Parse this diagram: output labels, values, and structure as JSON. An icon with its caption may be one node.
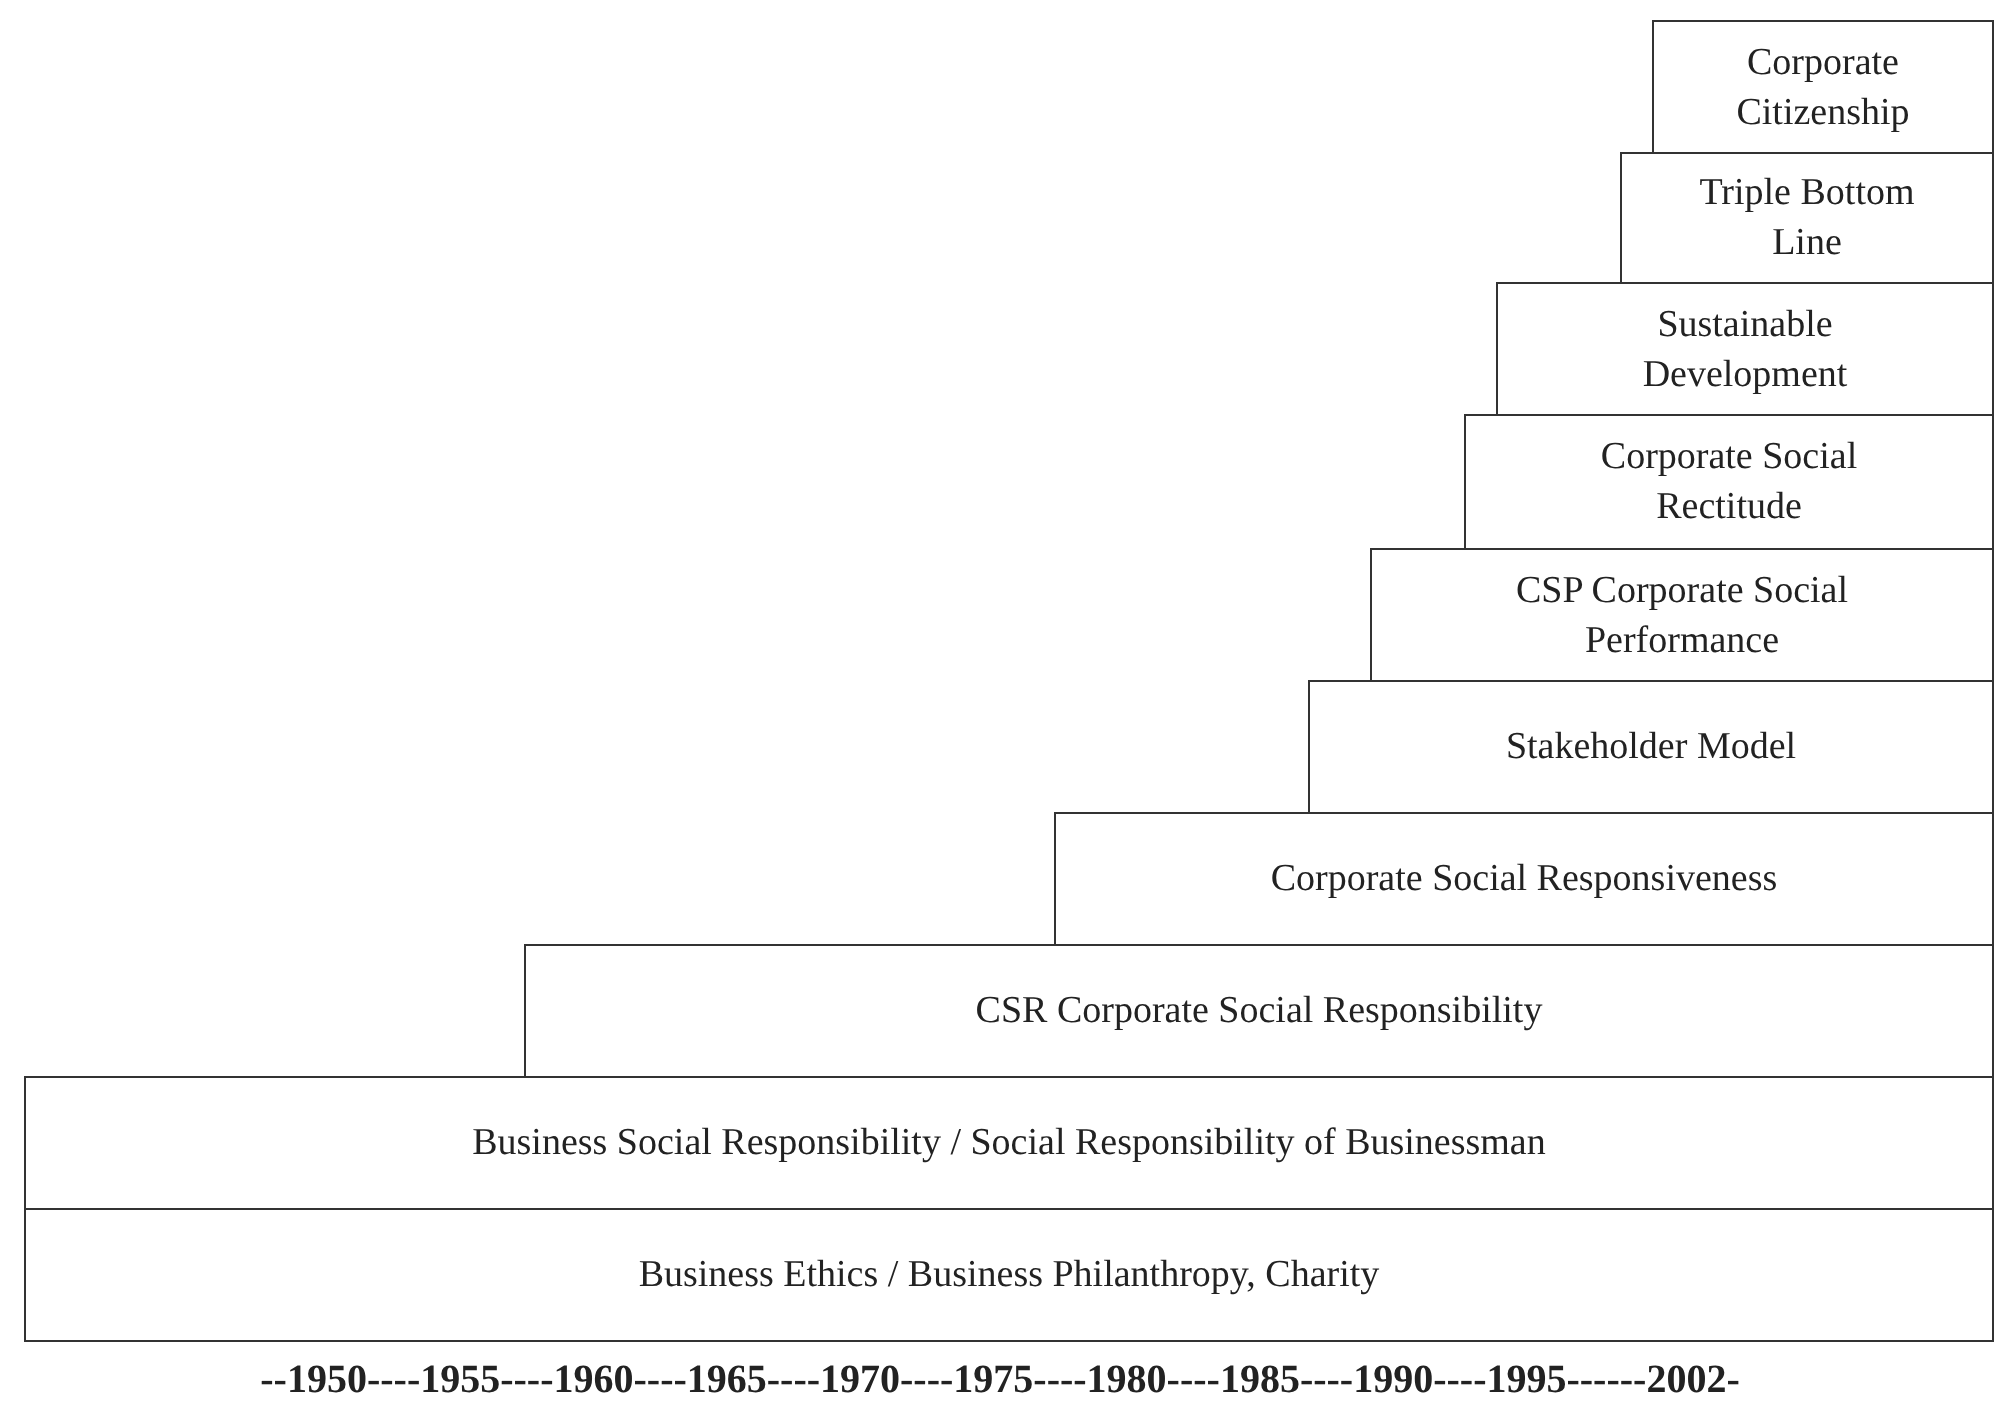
{
  "diagram": {
    "nodes": [
      {
        "text": [
          "Corporate Citizenship"
        ]
      },
      {
        "text": [
          "Triple Bottom Line"
        ]
      },
      {
        "text": [
          "Sustainable Development"
        ]
      },
      {
        "text": [
          "Corporate Social Rectitude"
        ]
      },
      {
        "text": [
          "CSP Corporate Social Performance"
        ]
      },
      {
        "text": [
          "Stakeholder Model"
        ]
      },
      {
        "text": [
          "Corporate Social Responsiveness"
        ]
      },
      {
        "text": [
          "CSR Corporate Social Responsibility"
        ]
      },
      {
        "text": [
          "Business Social Responsibility / Social Responsibility of Businessman"
        ]
      },
      {
        "text": [
          "Business Ethics / Business Philanthropy, Charity"
        ]
      }
    ],
    "edges": [],
    "labels": [
      "--1950----1955----1960----1965----1970----1975----1980----1985----1990----1995------2002-"
    ]
  }
}
